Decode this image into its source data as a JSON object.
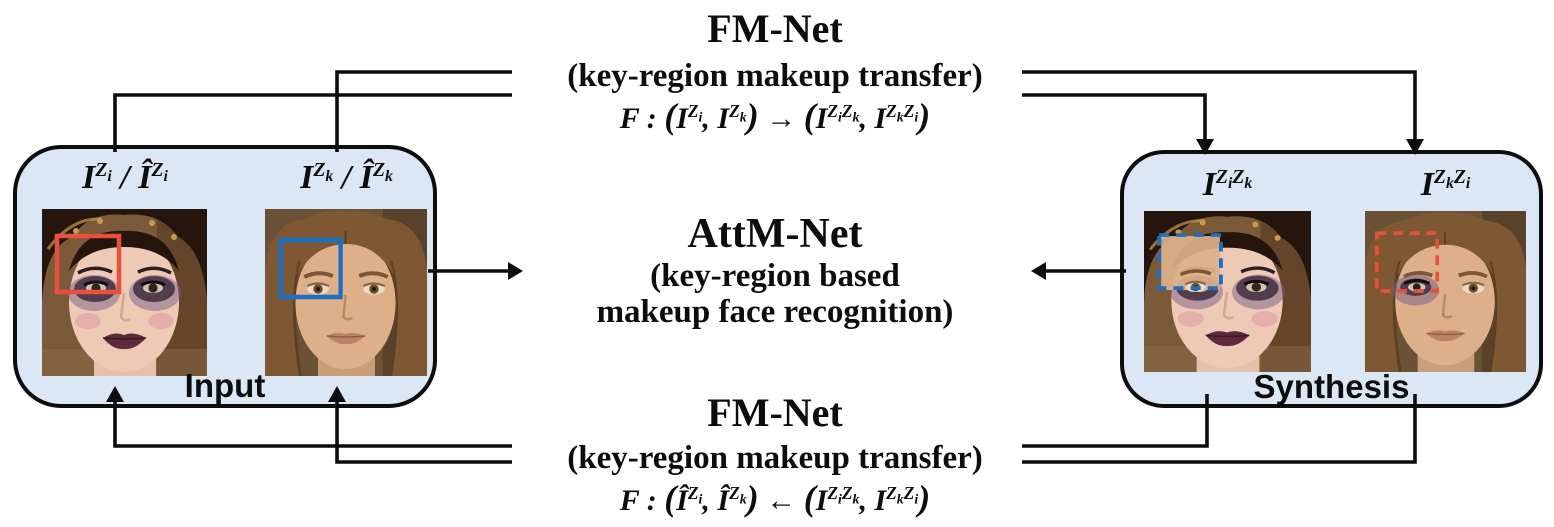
{
  "colors": {
    "box_fill": "#dbe7f4",
    "box_border": "#0d0d0d",
    "line_color": "#0d0d0d",
    "region_red": "#e8503c",
    "region_blue": "#1d6fc4",
    "text_color": "#0d0d0d"
  },
  "top_fmnet": {
    "title": "FM-Net",
    "subtitle": "(key-region makeup transfer)",
    "formula_html": "F : <span class='p'>(</span>I<sup>Z<sub>i</sub></sup>, I<sup>Z<sub>k</sub></sup><span class='p'>)</span> <span class='arr'>&#8594;</span> <span class='p'>(</span>I<sup>Z<sub>i</sub>Z<sub>k</sub></sup>, I<sup>Z<sub>k</sub>Z<sub>i</sub></sup><span class='p'>)</span>"
  },
  "attm_net": {
    "title": "AttM-Net",
    "subtitle_line1": "(key-region based",
    "subtitle_line2": "makeup face recognition)"
  },
  "bottom_fmnet": {
    "title": "FM-Net",
    "subtitle": "(key-region makeup transfer)",
    "formula_html": "F : <span class='p'>(</span>&#206;<sup>Z<sub>i</sub></sup>, &#206;<sup>Z<sub>k</sub></sup><span class='p'>)</span> <span class='arr'>&#8592;</span> <span class='p'>(</span>I<sup>Z<sub>i</sub>Z<sub>k</sub></sup>, I<sup>Z<sub>k</sub>Z<sub>i</sub></sup><span class='p'>)</span>"
  },
  "input_box": {
    "caption": "Input",
    "faces": [
      {
        "label_html": "I<sup>Z<sub>i</sub></sup> / &#206;<sup>Z<sub>i</sub></sup>",
        "photo": "woman-with-heavy-eye-makeup",
        "key_region": {
          "color": "red",
          "style": "solid"
        }
      },
      {
        "label_html": "I<sup>Z<sub>k</sub></sup> / &#206;<sup>Z<sub>k</sub></sup>",
        "photo": "woman-without-makeup",
        "key_region": {
          "color": "blue",
          "style": "solid"
        }
      }
    ]
  },
  "synthesis_box": {
    "caption": "Synthesis",
    "faces": [
      {
        "label_html": "I<sup>Z<sub>i</sub>Z<sub>k</sub></sup>",
        "photo": "makeup-face-with-transferred-plain-eye-region",
        "key_region": {
          "color": "blue",
          "style": "dashed"
        }
      },
      {
        "label_html": "I<sup>Z<sub>k</sub>Z<sub>i</sub></sup>",
        "photo": "plain-face-with-transferred-makeup-eye-region",
        "key_region": {
          "color": "red",
          "style": "dashed"
        }
      }
    ]
  }
}
